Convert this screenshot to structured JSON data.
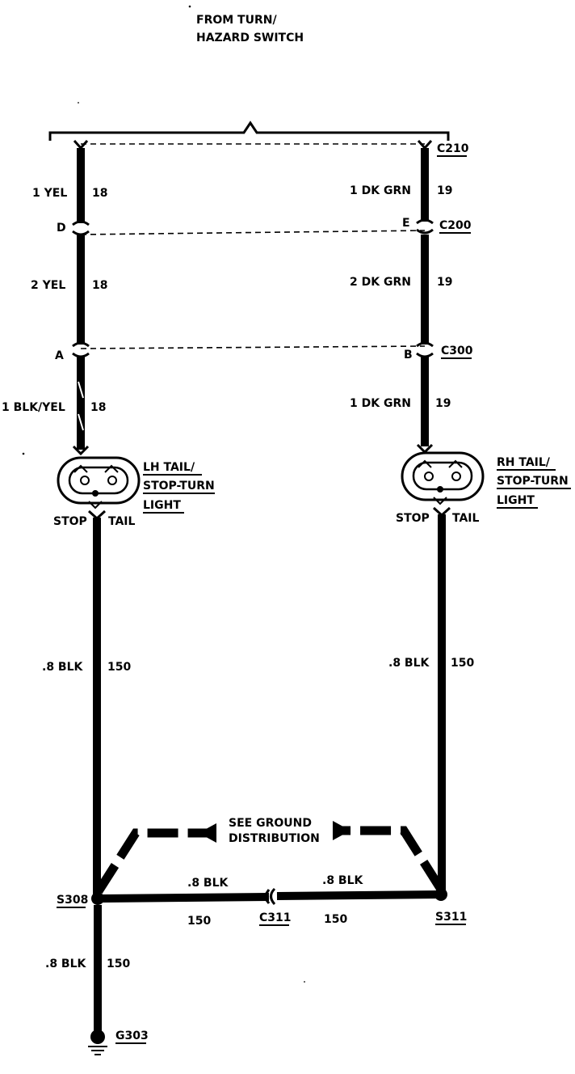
{
  "source": {
    "line1": "FROM TURN/",
    "line2": "HAZARD SWITCH"
  },
  "connectors": {
    "c210": "C210",
    "c200": "C200",
    "c300": "C300",
    "c311": "C311"
  },
  "pins": {
    "d": "D",
    "e": "E",
    "a": "A",
    "b": "B"
  },
  "left_wire": {
    "seg1": {
      "circuit": "1 YEL",
      "number": "18"
    },
    "seg2": {
      "circuit": "2 YEL",
      "number": "18"
    },
    "seg3": {
      "circuit": "1 BLK/YEL",
      "number": "18"
    },
    "ground": {
      "circuit": ".8 BLK",
      "number": "150"
    }
  },
  "right_wire": {
    "seg1": {
      "circuit": "1 DK GRN",
      "number": "19"
    },
    "seg2": {
      "circuit": "2 DK GRN",
      "number": "19"
    },
    "seg3": {
      "circuit": "1 DK GRN",
      "number": "19"
    },
    "ground": {
      "circuit": ".8 BLK",
      "number": "150"
    }
  },
  "lh_light": {
    "line1": "LH TAIL/",
    "line2": "STOP-TURN",
    "line3": "LIGHT",
    "stop": "STOP",
    "tail": "TAIL"
  },
  "rh_light": {
    "line1": "RH TAIL/",
    "line2": "STOP-TURN",
    "line3": "LIGHT",
    "stop": "STOP",
    "tail": "TAIL"
  },
  "ground_note": {
    "line1": "SEE GROUND",
    "line2": "DISTRIBUTION"
  },
  "splices": {
    "s308": "S308",
    "s311": "S311"
  },
  "bottom_wire": {
    "left": {
      "circuit": ".8 BLK",
      "number": "150"
    },
    "right": {
      "circuit": ".8 BLK",
      "number": "150"
    }
  },
  "ground_wire": {
    "circuit": ".8 BLK",
    "number": "150"
  },
  "ground_point": "G303"
}
